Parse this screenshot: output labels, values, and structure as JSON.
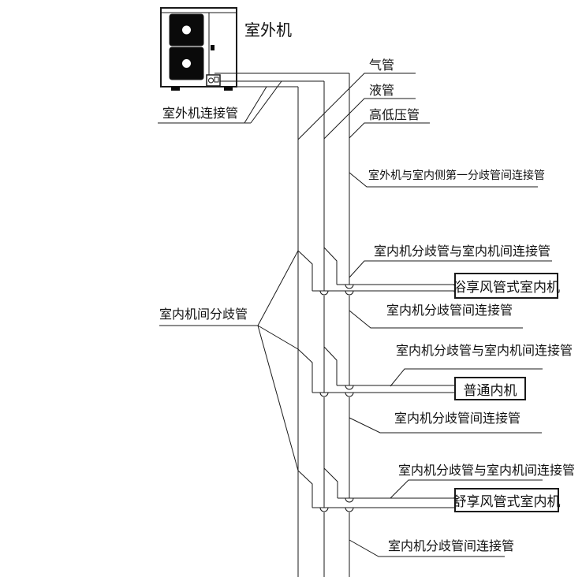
{
  "diagram": {
    "outdoor_unit_label": "室外机",
    "outdoor_connect_label": "室外机连接管",
    "pipe_labels": {
      "gas": "气管",
      "liquid": "液管",
      "high_low_pressure": "高低压管"
    },
    "first_branch_label": "室外机与室内侧第一分歧管间连接管",
    "indoor_branch_label": "室内机间分歧管",
    "branch_to_unit_label": "室内机分歧管与室内机间连接管",
    "branch_to_branch_label": "室内机分歧管间连接管",
    "indoor_units": {
      "bath_duct": "浴享风管式室内机",
      "standard": "普通内机",
      "comfort_duct": "舒享风管式室内机"
    },
    "colors": {
      "line": "#1a1a1a",
      "background": "#ffffff",
      "fan_panel": "#0a0a0a"
    }
  }
}
